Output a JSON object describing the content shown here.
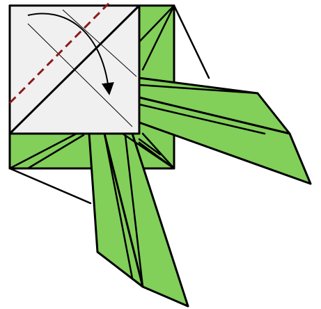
{
  "diagram": {
    "kind": "origami folding step",
    "colors": {
      "paper_front": "#f0f0f0",
      "paper_back": "#82cf5a",
      "outline": "#000000",
      "valley_fold_line": "#8b1a1a",
      "reference_crease": "#000000"
    },
    "parts": [
      "square-flap",
      "green-base-square",
      "right-point-upper",
      "right-point-lower",
      "bottom-point-left",
      "bottom-point-right",
      "valley-fold-line",
      "fold-arrow"
    ],
    "arrow": {
      "direction": "fold-down",
      "style": "curved"
    }
  }
}
